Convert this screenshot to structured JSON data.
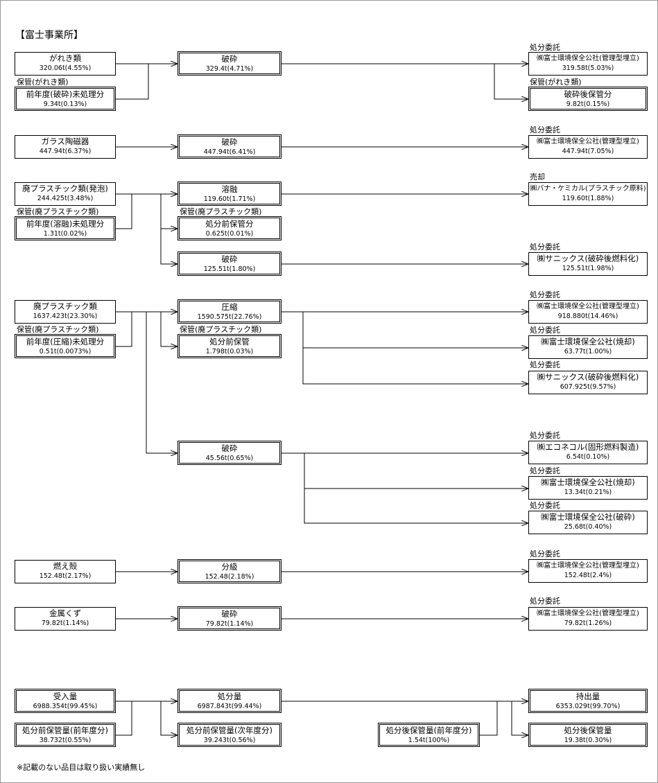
{
  "title": "【富士事業所】",
  "note": "※記載のない品目は取り扱い実績無し",
  "styles": {
    "line_color": "#000000",
    "box_fill": "#ffffff",
    "text_color": "#000000",
    "frame_color": "#999999"
  },
  "boxes": [
    {
      "id": "a1",
      "line1": "がれき類",
      "line2": "320.06t(4.55%)"
    },
    {
      "id": "a2",
      "caption": "保管(がれき類)",
      "line1": "前年度(破砕)未処理分",
      "line2": "9.34t(0.13%)"
    },
    {
      "id": "a3",
      "line1": "破砕",
      "line2": "329.4t(4.71%)"
    },
    {
      "id": "a4",
      "caption": "処分委託",
      "line1": "㈱富士環境保全公社(管理型埋立)",
      "line2": "319.58t(5.03%)"
    },
    {
      "id": "a5",
      "caption": "保管(がれき類)",
      "line1": "破砕後保管分",
      "line2": "9.82t(0.15%)"
    },
    {
      "id": "b1",
      "line1": "ガラス陶磁器",
      "line2": "447.94t(6.37%)"
    },
    {
      "id": "b2",
      "line1": "破砕",
      "line2": "447.94t(6.41%)"
    },
    {
      "id": "b3",
      "caption": "処分委託",
      "line1": "㈱富士環境保全公社(管理型埋立)",
      "line2": "447.94t(7.05%)"
    },
    {
      "id": "c1",
      "line1": "廃プラスチック類(発泡)",
      "line2": "244.425t(3.48%)"
    },
    {
      "id": "c2",
      "caption": "保管(廃プラスチック類)",
      "line1": "前年度(溶融)未処理分",
      "line2": "1.31t(0.02%)"
    },
    {
      "id": "c3",
      "line1": "溶融",
      "line2": "119.60t(1.71%)"
    },
    {
      "id": "c4",
      "caption": "保管(廃プラスチック類)",
      "line1": "処分前保管分",
      "line2": "0.625t(0.01%)"
    },
    {
      "id": "c5",
      "line1": "破砕",
      "line2": "125.51t(1.80%)"
    },
    {
      "id": "c6",
      "caption": "売却",
      "line1": "㈱バナ・ケミカル(プラスチック原料)",
      "line2": "119.60t(1.88%)"
    },
    {
      "id": "c7",
      "caption": "処分委託",
      "line1": "㈱サニックス(破砕後燃料化)",
      "line2": "125.51t(1.98%)"
    },
    {
      "id": "d1",
      "line1": "廃プラスチック類",
      "line2": "1637.423t(23.30%)"
    },
    {
      "id": "d2",
      "caption": "保管(廃プラスチック類)",
      "line1": "前年度(圧縮)未処理分",
      "line2": "0.51t(0.0073%)"
    },
    {
      "id": "d3",
      "line1": "圧縮",
      "line2": "1590.575t(22.76%)"
    },
    {
      "id": "d4",
      "caption": "保管(廃プラスチック類)",
      "line1": "処分前保管",
      "line2": "1.798t(0.03%)"
    },
    {
      "id": "d5",
      "caption": "処分委託",
      "line1": "㈱富士環境保全公社(管理型埋立)",
      "line2": "918.880t(14.46%)"
    },
    {
      "id": "d6",
      "caption": "処分委託",
      "line1": "㈱富士環境保全公社(焼却)",
      "line2": "63.77t(1.00%)"
    },
    {
      "id": "d7",
      "caption": "処分委託",
      "line1": "㈱サニックス(破砕後燃料化)",
      "line2": "607.925t(9.57%)"
    },
    {
      "id": "d8",
      "line1": "破砕",
      "line2": "45.56t(0.65%)"
    },
    {
      "id": "d9",
      "caption": "処分委託",
      "line1": "㈱エコネコル(固形燃料製造)",
      "line2": "6.54t(0.10%)"
    },
    {
      "id": "d10",
      "caption": "処分委託",
      "line1": "㈱富士環境保全公社(焼却)",
      "line2": "13.34t(0.21%)"
    },
    {
      "id": "d11",
      "caption": "処分委託",
      "line1": "㈱富士環境保全公社(破砕)",
      "line2": "25.68t(0.40%)"
    },
    {
      "id": "e1",
      "line1": "燃え殻",
      "line2": "152.48t(2.17%)"
    },
    {
      "id": "e2",
      "line1": "分級",
      "line2": "152.48(2.18%)"
    },
    {
      "id": "e3",
      "caption": "処分委託",
      "line1": "㈱富士環境保全公社(管理型埋立)",
      "line2": "152.48t(2.4%)"
    },
    {
      "id": "f1",
      "line1": "金属くず",
      "line2": "79.82t(1.14%)"
    },
    {
      "id": "f2",
      "line1": "破砕",
      "line2": "79.82t(1.14%)"
    },
    {
      "id": "f3",
      "caption": "処分委託",
      "line1": "㈱富士環境保全公社(管理型埋立)",
      "line2": "79.82t(1.26%)"
    },
    {
      "id": "g1",
      "line1": "受入量",
      "line2": "6988.354t(99.45%)"
    },
    {
      "id": "g2",
      "line1": "処分前保管量(前年度分)",
      "line2": "38.732t(0.55%)"
    },
    {
      "id": "g3",
      "line1": "処分量",
      "line2": "6987.843t(99.44%)"
    },
    {
      "id": "g4",
      "line1": "処分前保管量(次年度分)",
      "line2": "39.243t(0.56%)"
    },
    {
      "id": "g5",
      "line1": "処分後保管量(前年度分)",
      "line2": "1.54t(100%)"
    },
    {
      "id": "g6",
      "line1": "持出量",
      "line2": "6353.029t(99.70%)"
    },
    {
      "id": "g7",
      "line1": "処分後保管量",
      "line2": "19.38t(0.30%)"
    }
  ]
}
